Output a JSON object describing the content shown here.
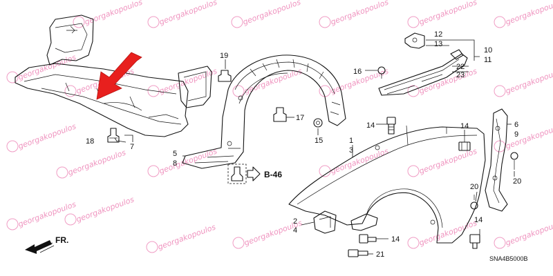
{
  "callouts": {
    "c1": "1",
    "c2": "2",
    "c3": "3",
    "c4": "4",
    "c5": "5",
    "c6": "6",
    "c7": "7",
    "c8": "8",
    "c9": "9",
    "c10": "10",
    "c11": "11",
    "c12": "12",
    "c13": "13",
    "c14a": "14",
    "c14b": "14",
    "c14c": "14",
    "c14d": "14",
    "c15": "15",
    "c16": "16",
    "c17": "17",
    "c18": "18",
    "c19": "19",
    "c20a": "20",
    "c20b": "20",
    "c21": "21",
    "c22": "22",
    "c23": "23"
  },
  "reference": "B-46",
  "front_marker": "FR.",
  "diagram_code": "SNA4B5000B",
  "watermark": "georgakopoulos",
  "colors": {
    "highlight_arrow": "#e8201e",
    "watermark": "#e23a8a",
    "line": "#111111"
  }
}
